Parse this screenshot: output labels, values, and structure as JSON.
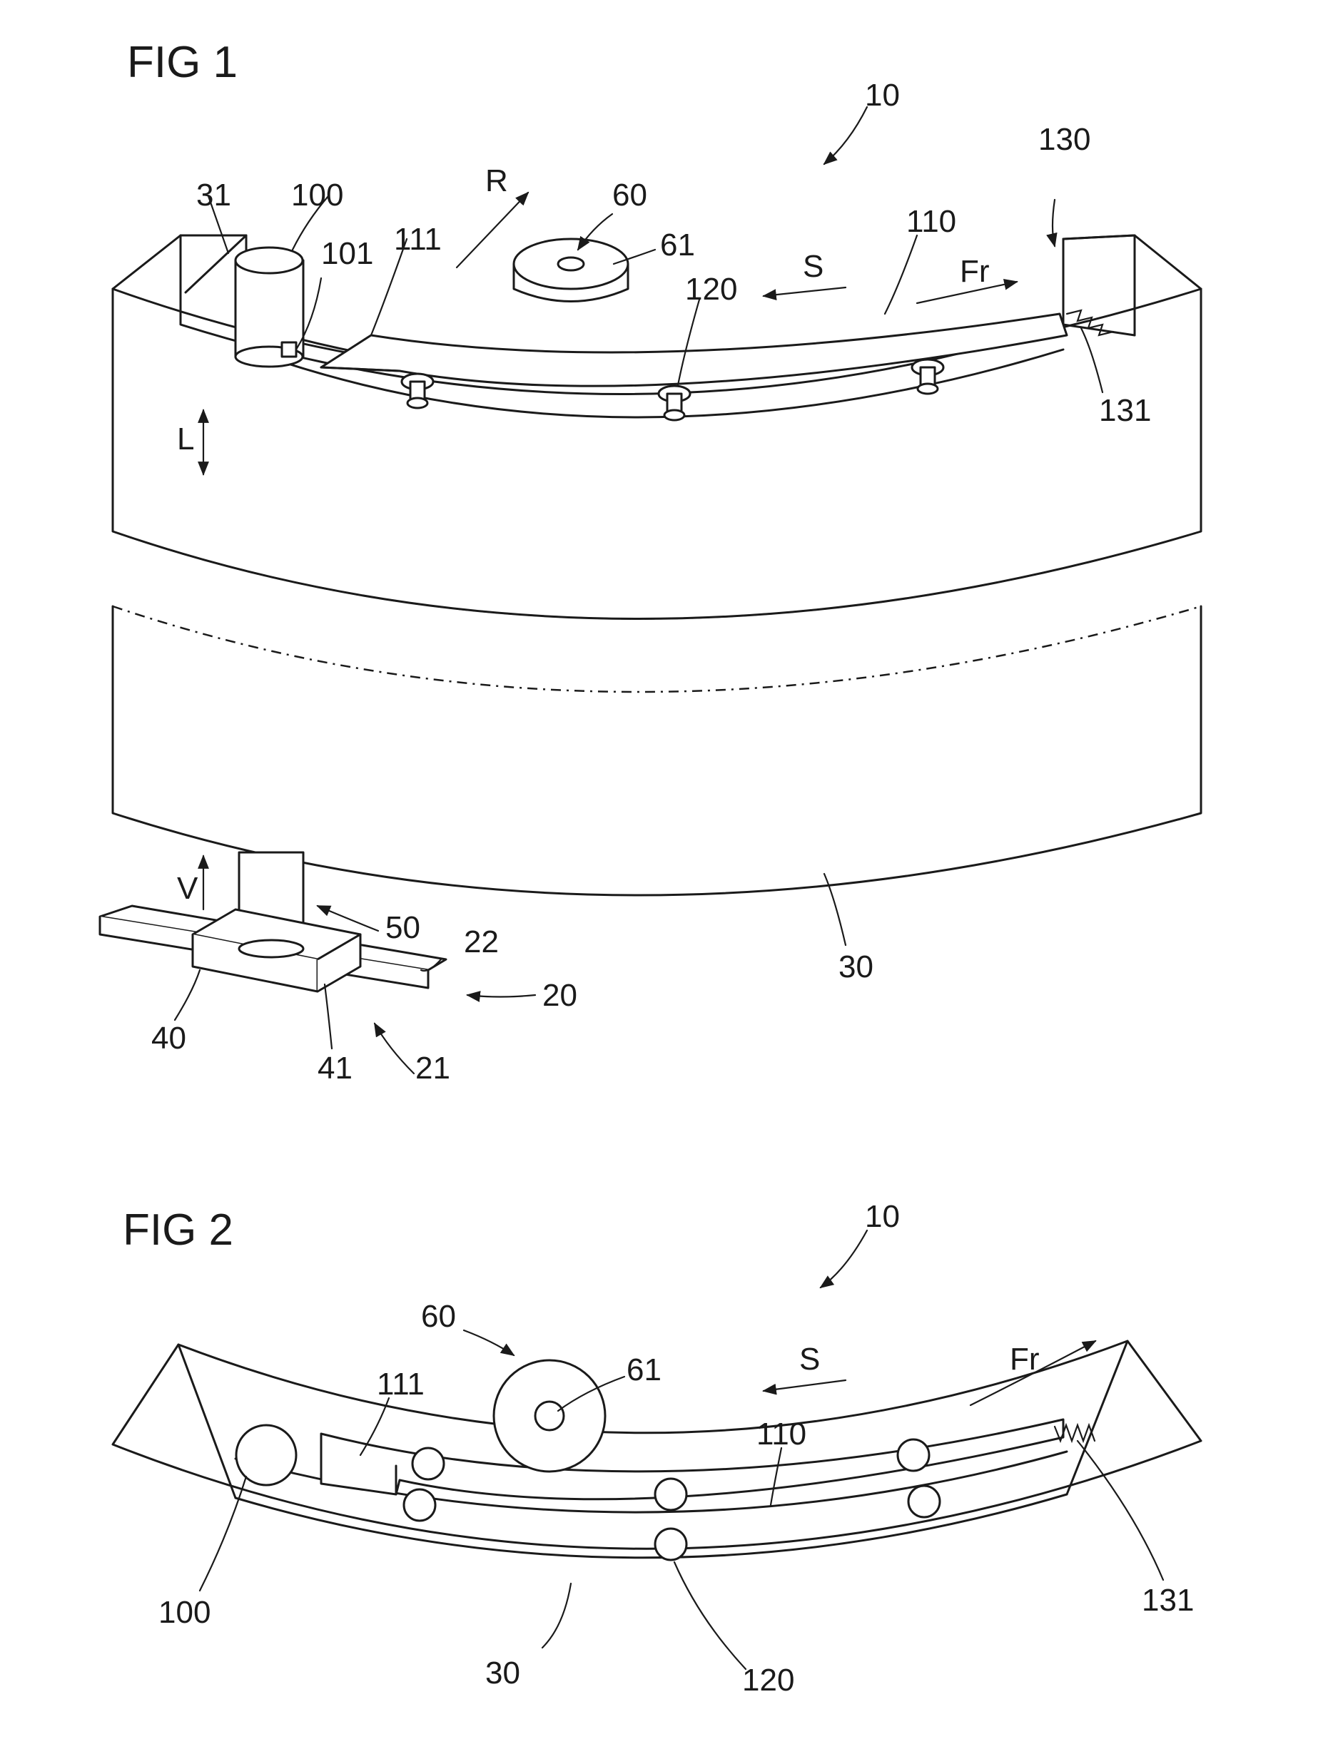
{
  "figures": [
    {
      "id": "fig1",
      "title": "FIG  1",
      "labels": {
        "l10": "10",
        "l130": "130",
        "l31": "31",
        "l100": "100",
        "l101": "101",
        "l111": "111",
        "lR": "R",
        "l60": "60",
        "l61": "61",
        "lS": "S",
        "l110": "110",
        "lFr": "Fr",
        "l120": "120",
        "l131": "131",
        "lL": "L",
        "lV": "V",
        "l50": "50",
        "l22": "22",
        "l20": "20",
        "l30": "30",
        "l40": "40",
        "l41": "41",
        "l21": "21"
      }
    },
    {
      "id": "fig2",
      "title": "FIG  2",
      "labels": {
        "l10": "10",
        "l60": "60",
        "l61": "61",
        "lS": "S",
        "lFr": "Fr",
        "l111": "111",
        "l110": "110",
        "l100": "100",
        "l131": "131",
        "l30": "30",
        "l120": "120"
      }
    }
  ]
}
